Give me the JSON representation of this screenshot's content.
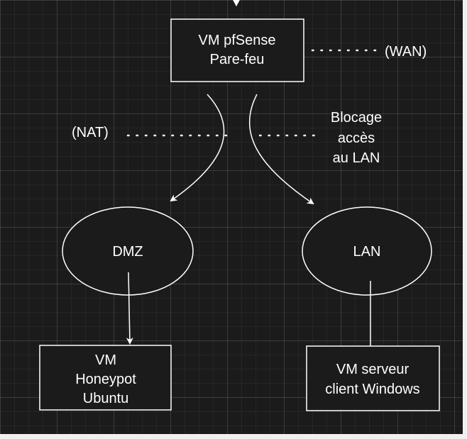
{
  "nodes": {
    "pfsense": {
      "line1": "VM pfSense",
      "line2": "Pare-feu"
    },
    "dmz": {
      "label": "DMZ"
    },
    "lan": {
      "label": "LAN"
    },
    "honeypot": {
      "line1": "VM",
      "line2": "Honeypot",
      "line3": "Ubuntu"
    },
    "windows": {
      "line1": "VM serveur",
      "line2": "client Windows"
    }
  },
  "annotations": {
    "wan": "(WAN)",
    "nat": "(NAT)",
    "block_line1": "Blocage",
    "block_line2": "accès",
    "block_line3": "au LAN"
  },
  "colors": {
    "background": "#1b1b1b",
    "stroke": "#ffffff",
    "text": "#ffffff"
  }
}
